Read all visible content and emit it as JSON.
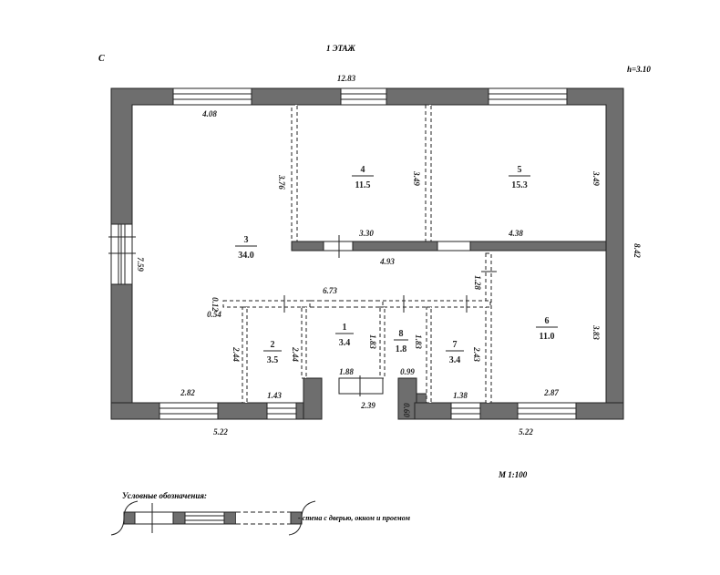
{
  "title": "1 ЭТАЖ",
  "north": "С",
  "height": "h=3.10",
  "scale": "М 1:100",
  "legend": {
    "title": "Условные обозначения:",
    "text": "- стена с дверью, окном и проемом"
  },
  "rooms": [
    {
      "num": "3",
      "area": "34.0"
    },
    {
      "num": "4",
      "area": "11.5"
    },
    {
      "num": "5",
      "area": "15.3"
    },
    {
      "num": "6",
      "area": "11.0"
    },
    {
      "num": "2",
      "area": "3.5"
    },
    {
      "num": "1",
      "area": "3.4"
    },
    {
      "num": "8",
      "area": "1.8"
    },
    {
      "num": "7",
      "area": "3.4"
    }
  ],
  "dims": [
    "12.83",
    "4.08",
    "3.76",
    "3.49",
    "3.49",
    "3.30",
    "4.38",
    "4.93",
    "7.59",
    "8.42",
    "6.73",
    "1.28",
    "0.12",
    "0.54",
    "2.44",
    "2.44",
    "1.83",
    "1.83",
    "2.43",
    "3.83",
    "2.82",
    "1.43",
    "1.88",
    "2.39",
    "0.99",
    "0.60",
    "1.38",
    "2.87",
    "5.22",
    "5.22"
  ],
  "colors": {
    "wall": "#6e6e6e"
  }
}
